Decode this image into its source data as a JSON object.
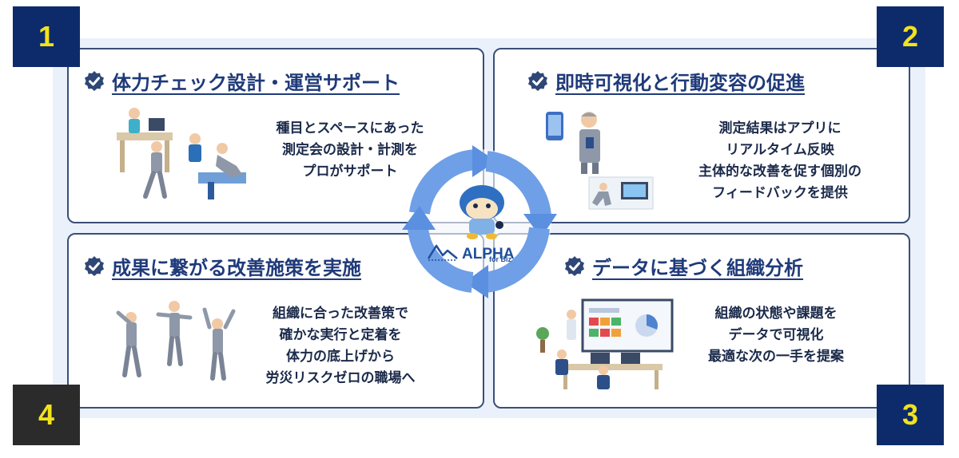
{
  "badges": [
    "1",
    "2",
    "3",
    "4"
  ],
  "cards": {
    "c1": {
      "title": "体力チェック設計・運営サポート",
      "lines": [
        "種目とスペースにあった",
        "測定会の設計・計測を",
        "プロがサポート"
      ]
    },
    "c2": {
      "title": "即時可視化と行動変容の促進",
      "lines": [
        "測定結果はアプリに",
        "リアルタイム反映",
        "主体的な改善を促す個別の",
        "フィードバックを提供"
      ]
    },
    "c3": {
      "title": "データに基づく組織分析",
      "lines": [
        "組織の状態や課題を",
        "データで可視化",
        "最適な次の一手を提案"
      ]
    },
    "c4": {
      "title": "成果に繋がる改善施策を実施",
      "lines": [
        "組織に合った改善策で",
        "確かな実行と定着を",
        "体力の底上げから",
        "労災リスクゼロの職場へ"
      ]
    }
  },
  "center": {
    "logo_text": "ALPHA",
    "logo_sub": "for Biz"
  },
  "colors": {
    "navy": "#0d2b6b",
    "badge_dark": "#2b2b2b",
    "badge_text": "#f2e21a",
    "title": "#1f3a7a",
    "arrow": "#5b8fe0"
  },
  "icons": [
    "check-badge-icon",
    "cycle-arrows-icon",
    "mascot-icon",
    "alpha-logo-icon"
  ]
}
